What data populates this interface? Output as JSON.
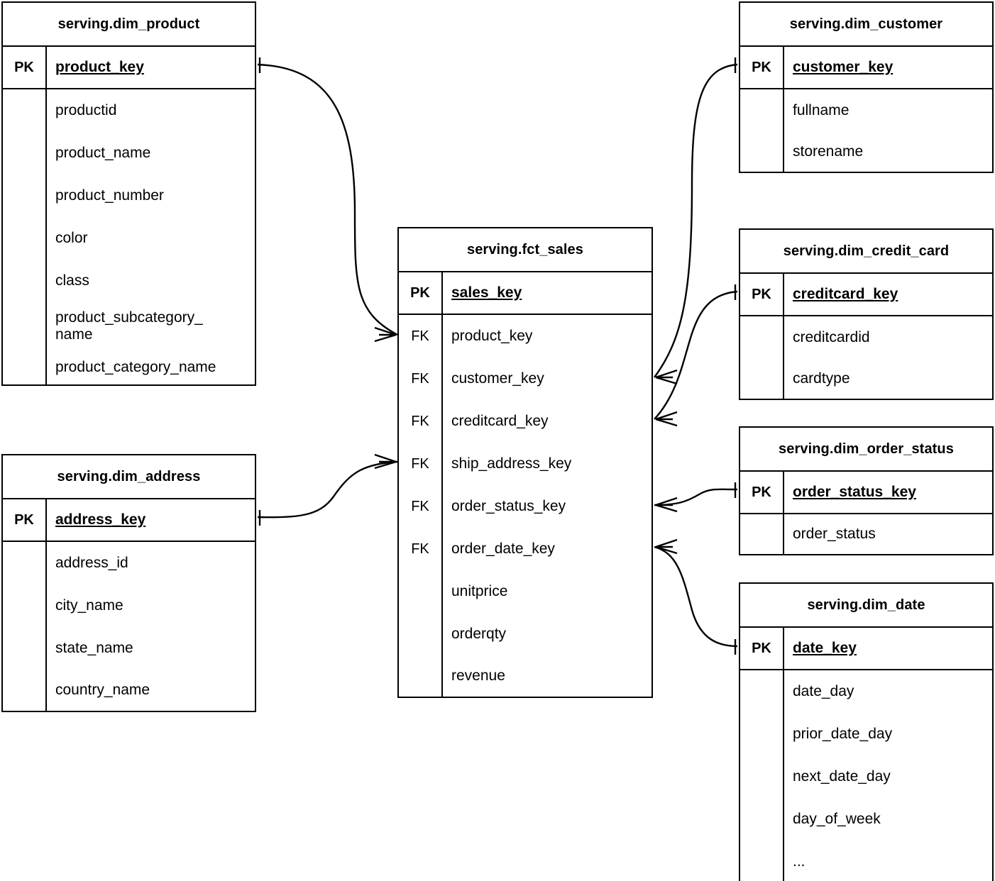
{
  "diagram": {
    "title": "serving layer star schema",
    "notation": "crow's foot",
    "background": "#ffffff",
    "line_color": "#000000"
  },
  "labels": {
    "pk": "PK",
    "fk": "FK",
    "ellipsis": "..."
  },
  "entities": {
    "dim_product": {
      "name": "serving.dim_product",
      "pk": {
        "key": "PK",
        "name": "product_key"
      },
      "attributes": [
        "productid",
        "product_name",
        "product_number",
        "color",
        "class",
        "product_subcategory_\nname",
        "product_category_name"
      ]
    },
    "dim_address": {
      "name": "serving.dim_address",
      "pk": {
        "key": "PK",
        "name": "address_key"
      },
      "attributes": [
        "address_id",
        "city_name",
        "state_name",
        "country_name"
      ]
    },
    "fct_sales": {
      "name": "serving.fct_sales",
      "pk": {
        "key": "PK",
        "name": "sales_key"
      },
      "foreign_keys": [
        {
          "key": "FK",
          "name": "product_key"
        },
        {
          "key": "FK",
          "name": "customer_key"
        },
        {
          "key": "FK",
          "name": "creditcard_key"
        },
        {
          "key": "FK",
          "name": "ship_address_key"
        },
        {
          "key": "FK",
          "name": "order_status_key"
        },
        {
          "key": "FK",
          "name": "order_date_key"
        }
      ],
      "measures": [
        "unitprice",
        "orderqty",
        "revenue"
      ]
    },
    "dim_customer": {
      "name": "serving.dim_customer",
      "pk": {
        "key": "PK",
        "name": "customer_key"
      },
      "attributes": [
        "fullname",
        "storename"
      ]
    },
    "dim_credit_card": {
      "name": "serving.dim_credit_card",
      "pk": {
        "key": "PK",
        "name": "creditcard_key"
      },
      "attributes": [
        "creditcardid",
        "cardtype"
      ]
    },
    "dim_order_status": {
      "name": "serving.dim_order_status",
      "pk": {
        "key": "PK",
        "name": "order_status_key"
      },
      "attributes": [
        "order_status"
      ]
    },
    "dim_date": {
      "name": "serving.dim_date",
      "pk": {
        "key": "PK",
        "name": "date_key"
      },
      "attributes": [
        "date_day",
        "prior_date_day",
        "next_date_day",
        "day_of_week",
        "..."
      ]
    }
  },
  "relationships": [
    {
      "from": "serving.dim_product.product_key",
      "to": "serving.fct_sales.product_key",
      "from_cardinality": "one",
      "to_cardinality": "many"
    },
    {
      "from": "serving.dim_address.address_key",
      "to": "serving.fct_sales.ship_address_key",
      "from_cardinality": "one",
      "to_cardinality": "many"
    },
    {
      "from": "serving.dim_customer.customer_key",
      "to": "serving.fct_sales.customer_key",
      "from_cardinality": "one",
      "to_cardinality": "many"
    },
    {
      "from": "serving.dim_credit_card.creditcard_key",
      "to": "serving.fct_sales.creditcard_key",
      "from_cardinality": "one",
      "to_cardinality": "many"
    },
    {
      "from": "serving.dim_order_status.order_status_key",
      "to": "serving.fct_sales.order_status_key",
      "from_cardinality": "one",
      "to_cardinality": "many"
    },
    {
      "from": "serving.dim_date.date_key",
      "to": "serving.fct_sales.order_date_key",
      "from_cardinality": "one",
      "to_cardinality": "many"
    }
  ]
}
